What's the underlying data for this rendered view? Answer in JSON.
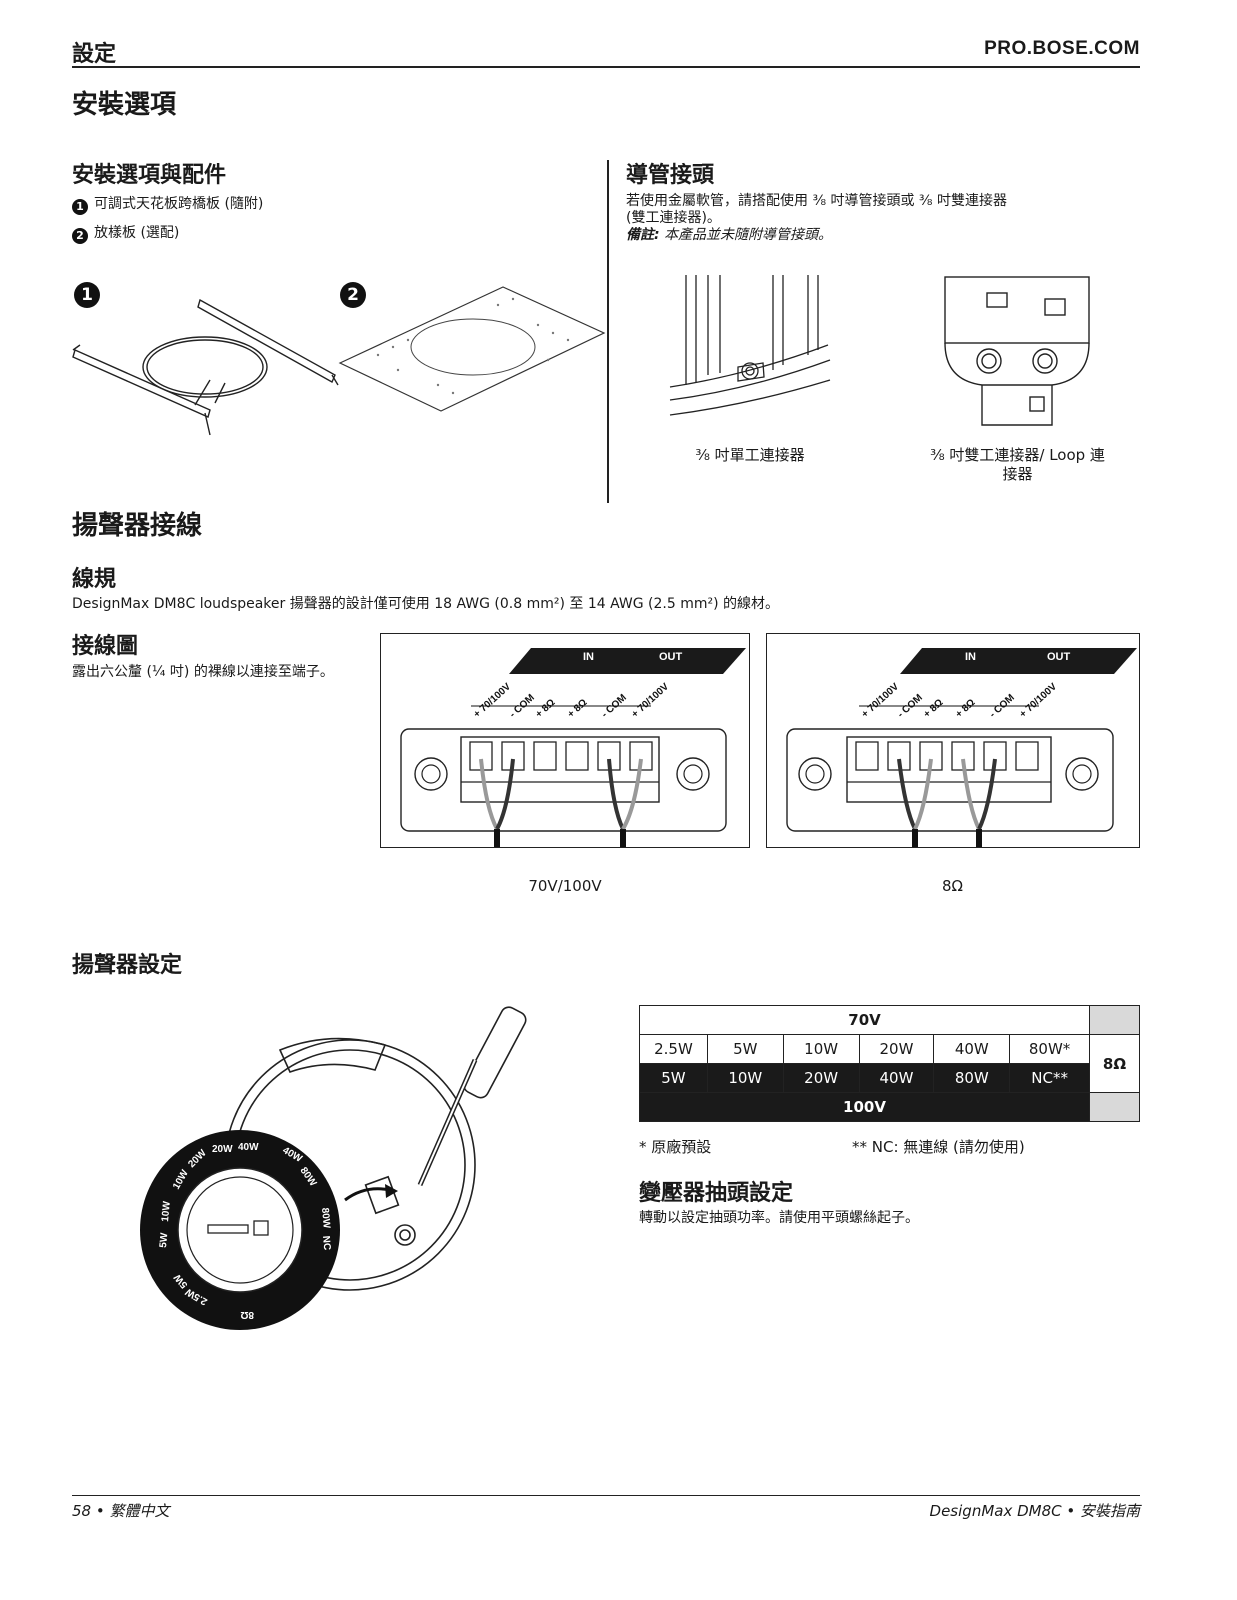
{
  "header": {
    "section": "設定",
    "site": "PRO.BOSE.COM"
  },
  "install": {
    "title": "安裝選項",
    "subtitle": "安裝選項與配件",
    "items": [
      {
        "num": "1",
        "text": "可調式天花板跨橋板 (隨附)"
      },
      {
        "num": "2",
        "text": "放樣板 (選配)"
      }
    ]
  },
  "conduit": {
    "title": "導管接頭",
    "text_line1": "若使用金屬軟管，請搭配使用 ⅜ 吋導管接頭或 ⅜ 吋雙連接器",
    "text_line2": "(雙工連接器)。",
    "note_label": "備註:",
    "note_text": "本產品並未隨附導管接頭。",
    "caption_single": "⅜ 吋單工連接器",
    "caption_duplex_line1": "⅜ 吋雙工連接器/ Loop 連",
    "caption_duplex_line2": "接器"
  },
  "wiring": {
    "title": "揚聲器接線",
    "gauge_title": "線規",
    "gauge_text": "DesignMax DM8C loudspeaker 揚聲器的設計僅可使用 18 AWG (0.8 mm²) 至 14 AWG (2.5 mm²) 的線材。",
    "diagram_title": "接線圖",
    "diagram_text": "露出六公釐 (¼ 吋) 的裸線以連接至端子。",
    "in_label": "IN",
    "out_label": "OUT",
    "terminals": [
      "+ 70/100V",
      "- COM",
      "+ 8Ω",
      "+ 8Ω",
      "- COM",
      "+ 70/100V"
    ],
    "caption_left": "70V/100V",
    "caption_right": "8Ω"
  },
  "settings": {
    "title": "揚聲器設定",
    "table": {
      "header_70v": "70V",
      "row_70v": [
        "2.5W",
        "5W",
        "10W",
        "20W",
        "40W",
        "80W*"
      ],
      "row_100v": [
        "5W",
        "10W",
        "20W",
        "40W",
        "80W",
        "NC**"
      ],
      "footer_100v": "100V",
      "ohm": "8Ω"
    },
    "note_default": "* 原廠預設",
    "note_nc": "** NC:  無連線 (請勿使用)",
    "tap_title": "變壓器抽頭設定",
    "tap_text": "轉動以設定抽頭功率。請使用平頭螺絲起子。",
    "dial_labels": [
      "20W",
      "40W",
      "40W",
      "80W",
      "80W",
      "NC",
      "10W",
      "20W",
      "5W",
      "10W",
      "2.5W",
      "5W",
      "8Ω"
    ]
  },
  "footer": {
    "left": "58 • 繁體中文",
    "right": "DesignMax DM8C • 安裝指南"
  }
}
